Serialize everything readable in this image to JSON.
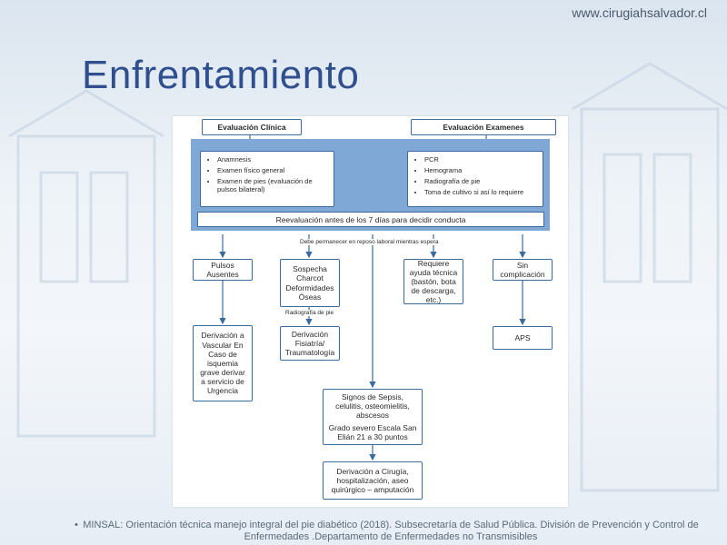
{
  "header": {
    "site_url": "www.cirugiahsalvador.cl",
    "title": "Enfrentamiento"
  },
  "flowchart": {
    "eval_clinica": "Evaluación Clínica",
    "eval_examenes": "Evaluación Examenes",
    "clinica_items": [
      "Anamnesis",
      "Examen físico general",
      "Examen de pies (evaluación de pulsos bilateral)"
    ],
    "examenes_items": [
      "PCR",
      "Hemograma",
      "Radiografía de pie",
      "Toma de cultivo si así lo requiere"
    ],
    "reevaluacion": "Reevaluación antes de los 7 días para decidir conducta",
    "reposo_note": "Debe permanecer en reposo laboral mientras espera",
    "pulsos": "Pulsos Ausentes",
    "charcot": "Sospecha Charcot Deformidades Óseas",
    "ayuda": "Requiere ayuda técnica (bastón, bota de descarga, etc.)",
    "sin_complicacion": "Sin complicación",
    "radiografia_note": "Radiografía de pie",
    "derivacion_vascular": "Derivación a Vascular En Caso de isquemia grave derivar a servicio de Urgencia",
    "derivacion_fisiatria": "Derivación Fisiatría/ Traumatología",
    "aps": "APS",
    "sepsis_1": "Signos de Sepsis, celulitis, osteomielitis, abscesos",
    "sepsis_2": "Grado severo Escala San Elián 21 a 30 puntos",
    "derivacion_cirugia": "Derivación a Cirugía, hospitalización, aseo quirúrgico – amputación"
  },
  "footer": {
    "bullet": "•",
    "citation": "MINSAL: Orientación técnica manejo integral del pie diabético (2018). Subsecretaría de Salud Pública. División de Prevención y Control de Enfermedades .Departamento de Enfermedades no Transmisibles"
  }
}
